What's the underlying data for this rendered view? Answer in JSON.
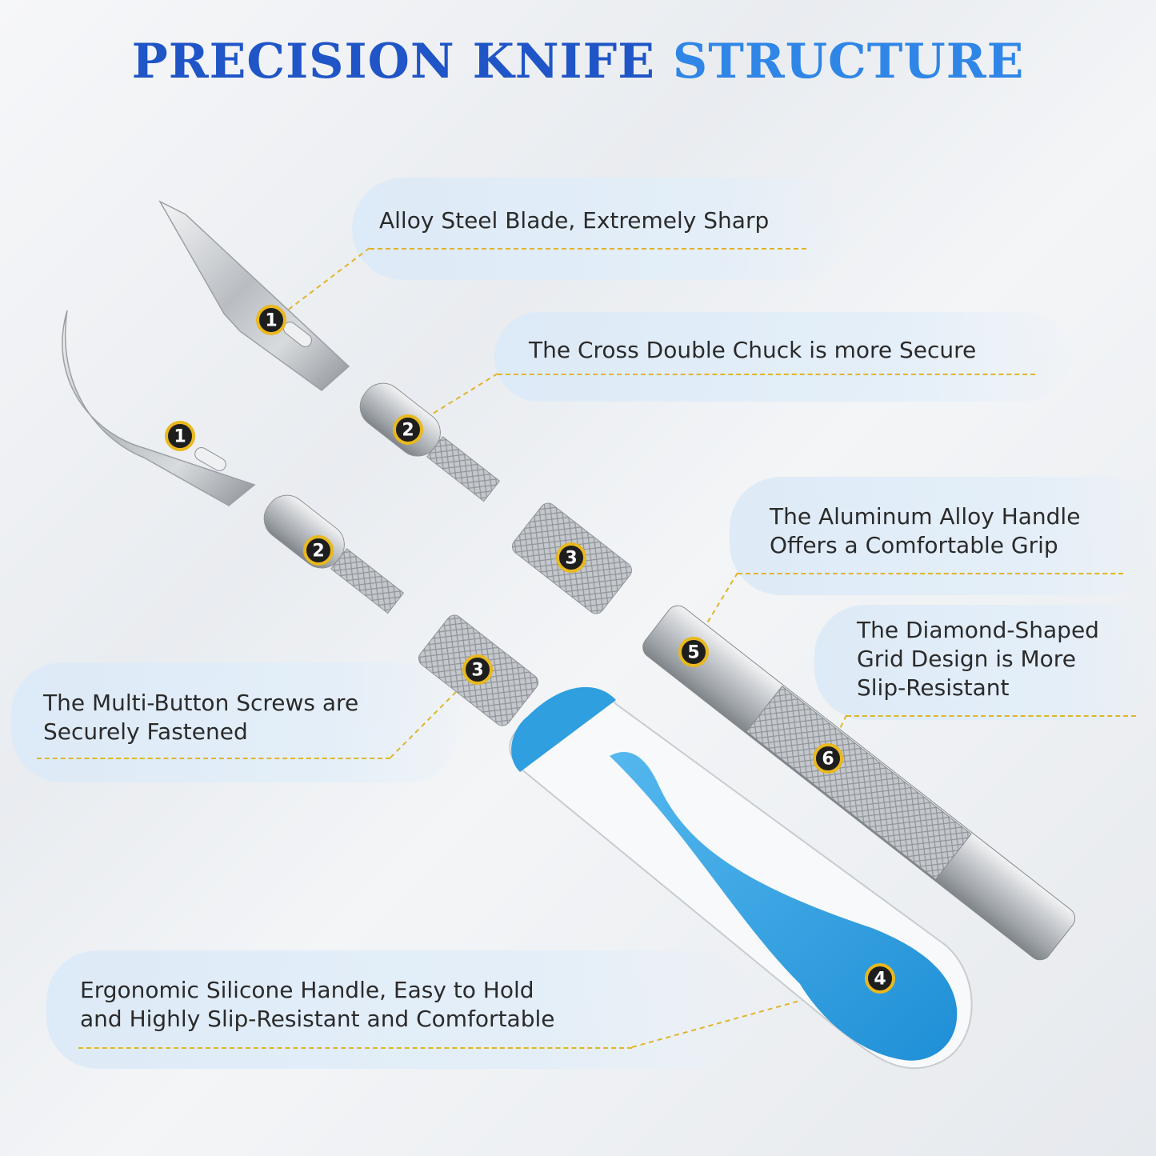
{
  "title": {
    "word1": "PRECISION KNIFE",
    "word2": "STRUCTURE"
  },
  "colors": {
    "title_primary": "#1f55c6",
    "title_accent": "#2f86e6",
    "callout_bg": "#dceaf7",
    "leader_line": "#e0b52a",
    "handle_blue": "#2f9fe0",
    "marker_fill": "#1e1e1e",
    "marker_ring": "#e8b81e"
  },
  "callouts": [
    {
      "id": "blade",
      "text": "Alloy Steel Blade, Extremely Sharp"
    },
    {
      "id": "chuck",
      "text": "The Cross Double Chuck is more Secure"
    },
    {
      "id": "aluminum",
      "line1": "The Aluminum Alloy Handle",
      "line2": "Offers a Comfortable Grip"
    },
    {
      "id": "diamond",
      "line1": "The Diamond-Shaped",
      "line2": "Grid Design is More",
      "line3": "Slip-Resistant"
    },
    {
      "id": "screws",
      "line1": "The Multi-Button Screws are",
      "line2": "Securely Fastened"
    },
    {
      "id": "silicone",
      "line1": "Ergonomic Silicone Handle, Easy to Hold",
      "line2": "and Highly Slip-Resistant and Comfortable"
    }
  ],
  "markers": {
    "blade_a": "1",
    "blade_b": "1",
    "chuck_a": "2",
    "chuck_b": "2",
    "nut_a": "3",
    "nut_b": "3",
    "silicone": "4",
    "shaft": "5",
    "grid": "6"
  }
}
